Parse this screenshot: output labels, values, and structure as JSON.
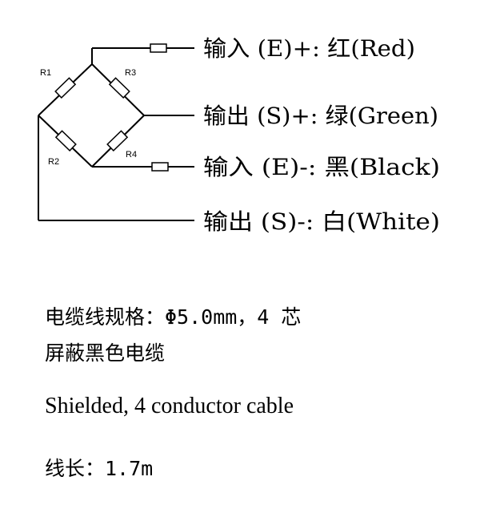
{
  "diagram": {
    "resistors": [
      "R1",
      "R2",
      "R3",
      "R4"
    ],
    "wires": [
      {
        "id": "in-pos",
        "label": "输入 (E)+: 红(Red)"
      },
      {
        "id": "out-pos",
        "label": "输出 (S)+: 绿(Green)"
      },
      {
        "id": "in-neg",
        "label": "输入 (E)-: 黑(Black)"
      },
      {
        "id": "out-neg",
        "label": "输出 (S)-: 白(White)"
      }
    ]
  },
  "specs": {
    "cable_spec": "电缆线规格：Φ5.0mm，4 芯",
    "cable_desc_cn": "屏蔽黑色电缆",
    "cable_desc_en": "Shielded, 4 conductor cable",
    "cable_length": "线长：1.7m"
  }
}
